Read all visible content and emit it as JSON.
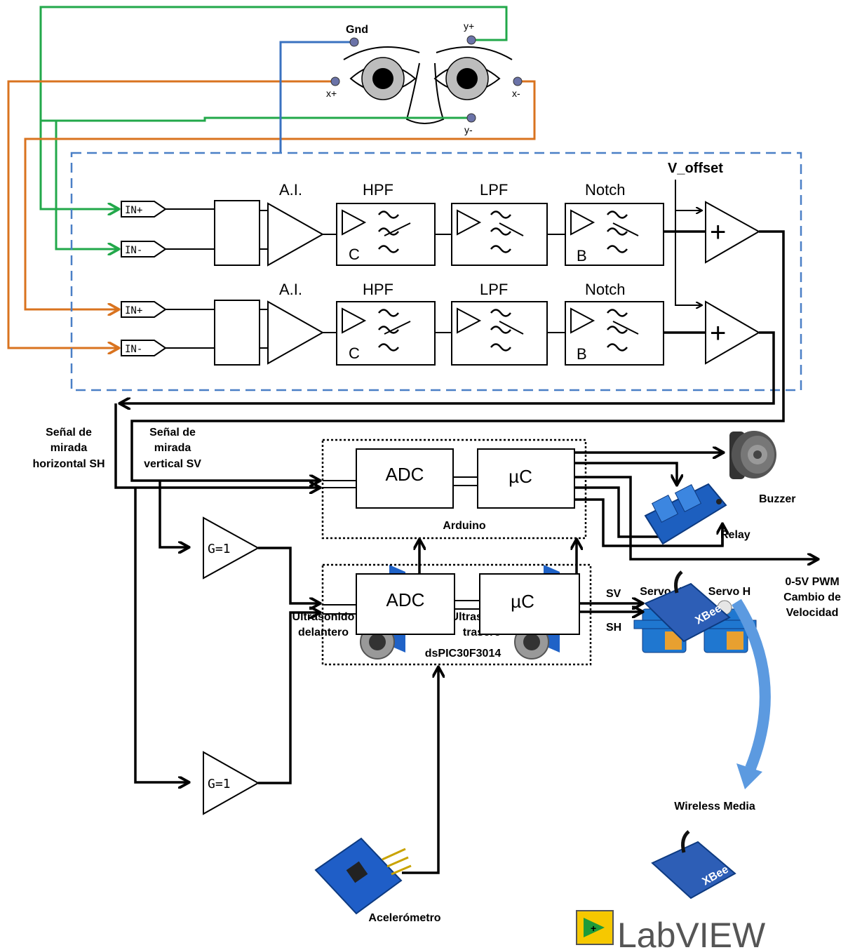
{
  "electrodes": {
    "gnd": "Gnd",
    "y_plus": "y+",
    "y_minus": "y-",
    "x_plus": "x+",
    "x_minus": "x-"
  },
  "frontend": {
    "v_offset": "V_offset",
    "in_plus": "IN+",
    "in_minus": "IN-",
    "ai": "A.I.",
    "hpf": "HPF",
    "lpf": "LPF",
    "notch": "Notch",
    "hpf_letter": "C",
    "notch_letter": "B",
    "sum": "+"
  },
  "signals": {
    "sh_label": [
      "Señal de",
      "mirada",
      "horizontal SH"
    ],
    "sv_label": [
      "Señal de",
      "mirada",
      "vertical SV"
    ]
  },
  "arduino": {
    "adc": "ADC",
    "uc": "µC",
    "name": "Arduino"
  },
  "dspic": {
    "adc": "ADC",
    "uc": "µC",
    "name": "dsPIC30F3014",
    "sv": "SV",
    "sh": "SH"
  },
  "buffers": {
    "gain": "G=1"
  },
  "peripherals": {
    "buzzer": "Buzzer",
    "relay": "Relay",
    "pwm": [
      "0-5V PWM",
      "Cambio de",
      "Velocidad"
    ],
    "servo_v": "Servo V",
    "servo_h": "Servo H",
    "us_front": [
      "Ultrasonido",
      "delantero"
    ],
    "us_rear": [
      "Ultrasonido",
      "trasero"
    ],
    "accelerometer": "Acelerómetro",
    "wireless": "Wireless Media",
    "xbee": "XBee",
    "labview": "LabVIEW"
  },
  "colors": {
    "green": "#22a84a",
    "orange": "#d9731f",
    "blue": "#3a72c0",
    "dash": "#4a7fc6",
    "board": "#2d5eb6"
  }
}
